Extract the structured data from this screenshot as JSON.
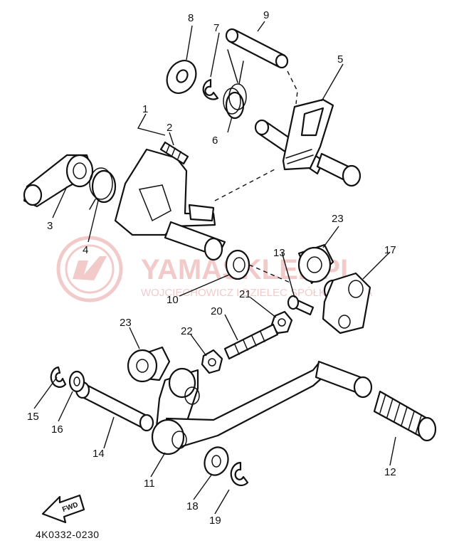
{
  "watermark": {
    "brand": "YAMASKLEP.PL",
    "subtitle": "WOJCIECHOWICZ I DZIELEC SPÓŁKA JAWNA",
    "color": "#e8a0a0"
  },
  "part_numbers": [
    "1",
    "2",
    "3",
    "4",
    "5",
    "6",
    "7",
    "8",
    "9",
    "10",
    "11",
    "12",
    "13",
    "14",
    "15",
    "16",
    "17",
    "18",
    "19",
    "20",
    "21",
    "22",
    "23",
    "23"
  ],
  "fwd_label": "FWD",
  "diagram_code": "4K0332-0230"
}
